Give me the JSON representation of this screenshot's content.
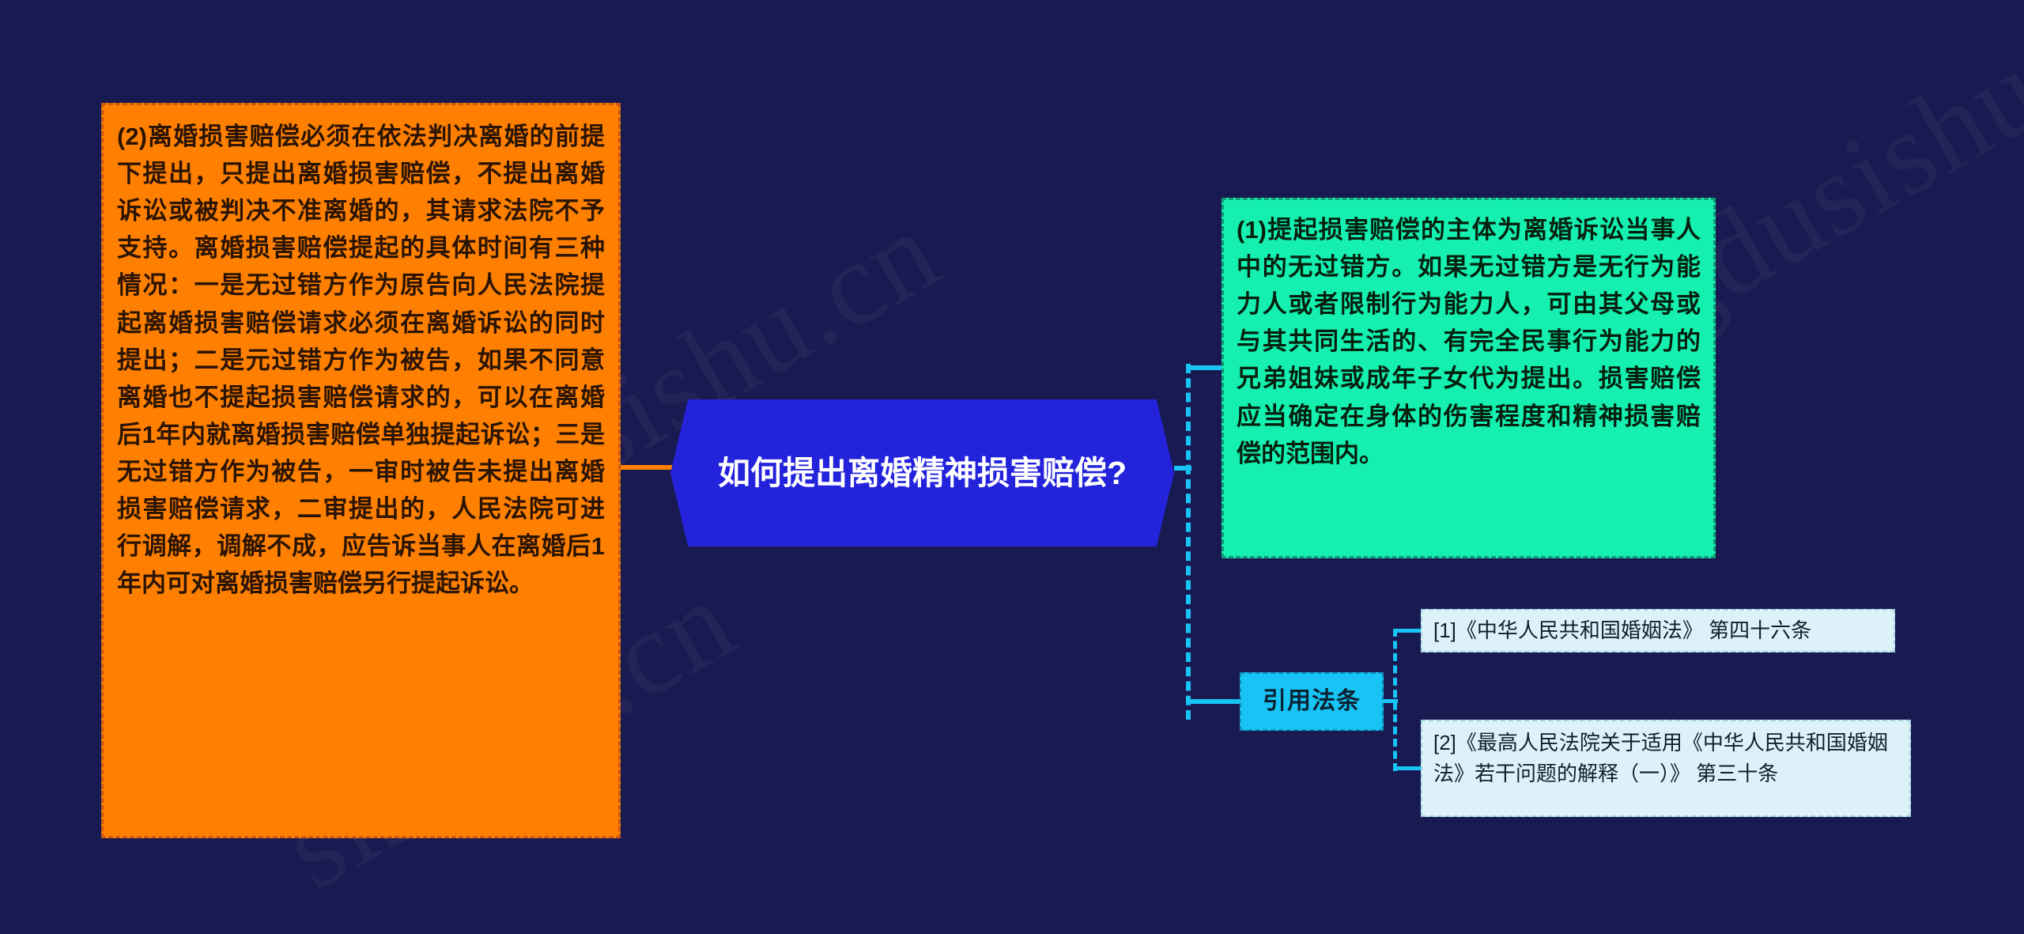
{
  "background_color": "#1a1a52",
  "watermark": {
    "text_a": "dusishu.cn",
    "text_b": "wangdusishu.cn",
    "text_c": "sishutu.cn"
  },
  "center_node": {
    "title": "如何提出离婚精神损害赔偿?",
    "color": "#2323DC",
    "text_color": "#FFFFFF",
    "shape": "hexagon"
  },
  "left_branch": {
    "color": "#FF8000",
    "text_color": "#2B1403",
    "text": "(2)离婚损害赔偿必须在依法判决离婚的前提下提出，只提出离婚损害赔偿，不提出离婚诉讼或被判决不准离婚的，其请求法院不予支持。离婚损害赔偿提起的具体时间有三种情况：一是无过错方作为原告向人民法院提起离婚损害赔偿请求必须在离婚诉讼的同时提出；二是元过错方作为被告，如果不同意离婚也不提起损害赔偿请求的，可以在离婚后1年内就离婚损害赔偿单独提起诉讼；三是无过错方作为被告，一审时被告未提出离婚损害赔偿请求，二审提出的，人民法院可进行调解，调解不成，应告诉当事人在离婚后1年内可对离婚损害赔偿另行提起诉讼。",
    "connector_color": "#FF8000"
  },
  "right_branch": {
    "connector_color": "#17C4F5",
    "detail_node": {
      "color": "#15F0B0",
      "text_color": "#05200F",
      "text": "(1)提起损害赔偿的主体为离婚诉讼当事人中的无过错方。如果无过错方是无行为能力人或者限制行为能力人，可由其父母或与其共同生活的、有完全民事行为能力的兄弟姐妹或成年子女代为提出。损害赔偿应当确定在身体的伤害程度和精神损害赔偿的范围内。"
    },
    "references_node": {
      "label": "引用法条",
      "color": "#17C4F5",
      "text_color": "#0A2233",
      "items": [
        {
          "text": "[1]《中华人民共和国婚姻法》 第四十六条"
        },
        {
          "text": "[2]《最高人民法院关于适用《中华人民共和国婚姻法》若干问题的解释（一）》 第三十条"
        }
      ],
      "item_bg_color": "#DCF2F8",
      "item_text_color": "#10202B"
    }
  }
}
